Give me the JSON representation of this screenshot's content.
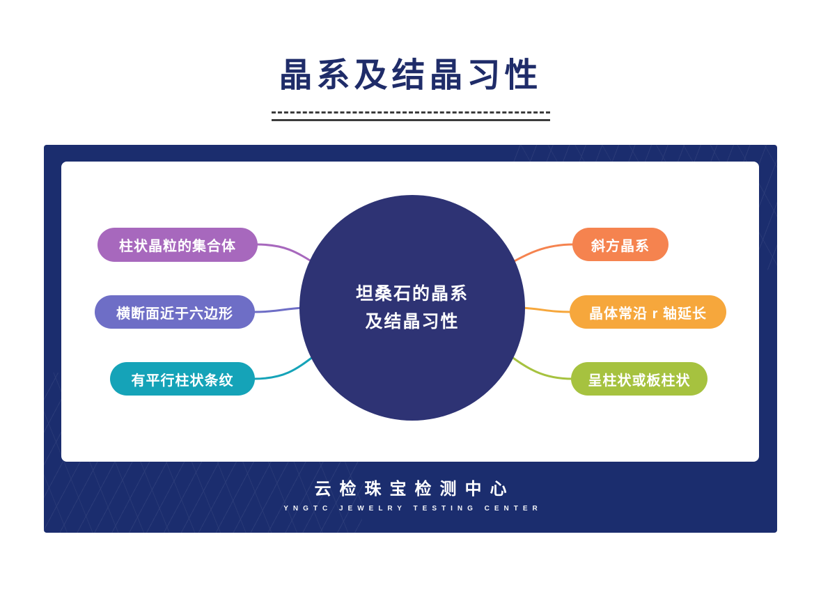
{
  "page": {
    "title": "晶系及结晶习性",
    "title_color": "#1f2c69"
  },
  "diagram": {
    "panel_color": "#1b2d6e",
    "center": {
      "line1": "坦桑石的晶系",
      "line2": "及结晶习性",
      "color": "#2e3374"
    },
    "left_items": [
      {
        "label": "柱状晶粒的集合体",
        "color": "#a768bd"
      },
      {
        "label": "横断面近于六边形",
        "color": "#6e6ec6"
      },
      {
        "label": "有平行柱状条纹",
        "color": "#15a3b8"
      }
    ],
    "right_items": [
      {
        "label": "斜方晶系",
        "color": "#f5834f"
      },
      {
        "label": "晶体常沿 r 轴延长",
        "color": "#f6a73c"
      },
      {
        "label": "呈柱状或板柱状",
        "color": "#a6c23f"
      }
    ]
  },
  "footer": {
    "brand_cn": "云检珠宝检测中心",
    "brand_en": "YNGTC Jewelry Testing Center"
  }
}
